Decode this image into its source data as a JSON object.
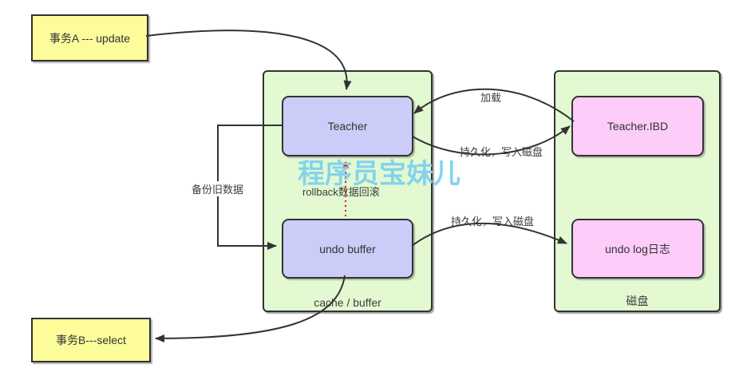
{
  "watermark": "程序员宝妹儿",
  "colors": {
    "node-yellow": "#fcfc9b",
    "container-green": "#e2f9d2",
    "node-purple": "#cbccf7",
    "node-pink": "#fdccf9",
    "watermark-blue": "#7fd2ee",
    "arrow-dark": "#333333",
    "rollback-red": "#ff0000",
    "border-dark": "#333333",
    "label-gray": "#3d3d3d"
  },
  "nodes": {
    "transaction_a": "事务A --- update",
    "transaction_b": "事务B---select",
    "teacher": "Teacher",
    "undo_buffer": "undo buffer",
    "teacher_ibd": "Teacher.IBD",
    "undo_log": "undo log日志"
  },
  "containers": {
    "cache": "cache / buffer",
    "disk": "磁盘"
  },
  "edge_labels": {
    "load": "加载",
    "persist_teacher": "持久化，写入磁盘",
    "persist_undo": "持久化，写入磁盘",
    "backup_old_data": "备份旧数据",
    "rollback": "rollback数据回滚"
  }
}
